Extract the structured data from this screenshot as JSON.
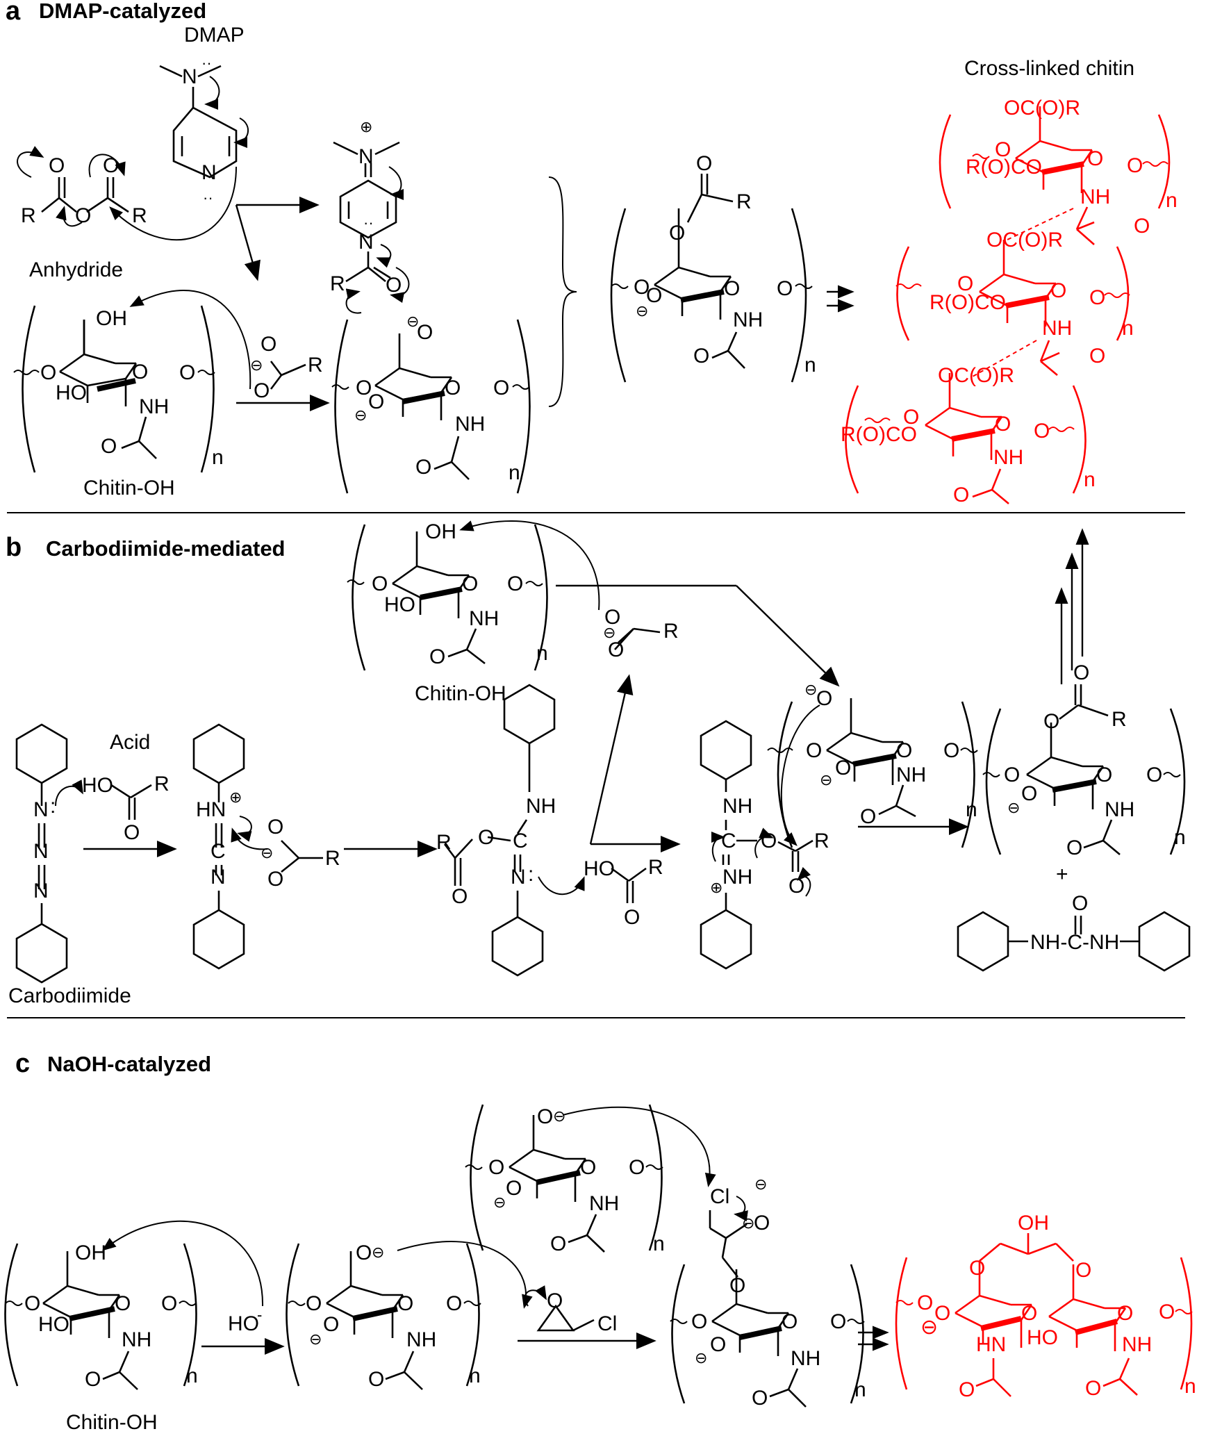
{
  "panels": {
    "a": {
      "letter": "a",
      "title": "DMAP-catalyzed"
    },
    "b": {
      "letter": "b",
      "title": "Carbodiimide-mediated"
    },
    "c": {
      "letter": "c",
      "title": "NaOH-catalyzed"
    }
  },
  "labels": {
    "dmap": "DMAP",
    "anhydride": "Anhydride",
    "chitin_oh": "Chitin-OH",
    "cross_linked": "Cross-linked chitin",
    "acid": "Acid",
    "carbodiimide": "Carbodiimide",
    "hydroxide": "HO",
    "hydroxide_charge": "-",
    "plus": "+",
    "repeat_n": "n",
    "urea": "NH-C-NH",
    "oc_o_r": "OC(O)R",
    "r_o_co": "R(O)CO",
    "cl": "Cl",
    "oh": "OH",
    "nh": "NH",
    "hn": "HN",
    "ho": "HO",
    "o": "O",
    "r": "R",
    "n_atom": "N",
    "c_atom": "C"
  },
  "colors": {
    "product": "#ff0000",
    "reagent": "#000000"
  }
}
